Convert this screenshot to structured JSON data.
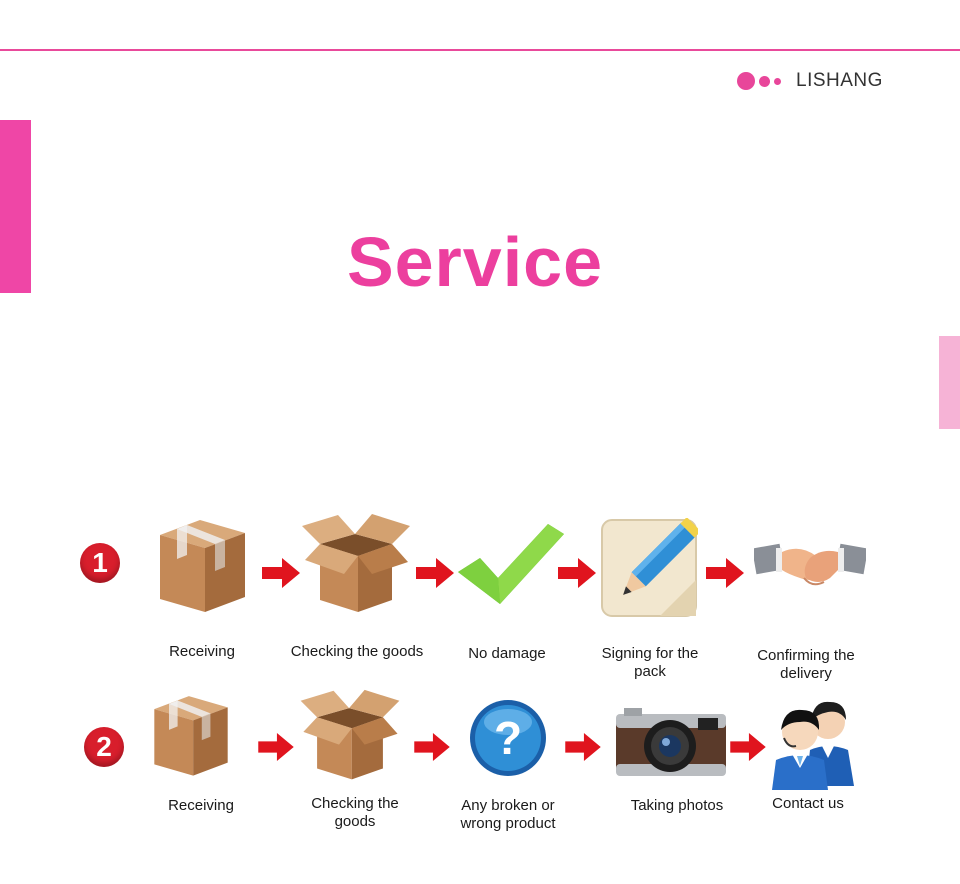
{
  "brand": {
    "name": "LISHANG"
  },
  "page": {
    "title": "Service"
  },
  "colors": {
    "accent": "#ec3f9e",
    "arrow": "#e0141e",
    "badge": "#d81e2c"
  },
  "flow1": {
    "number": "1",
    "steps": [
      {
        "icon": "sealed-box-icon",
        "label": "Receiving"
      },
      {
        "icon": "open-box-icon",
        "label": "Checking the goods"
      },
      {
        "icon": "checkmark-icon",
        "label": "No damage"
      },
      {
        "icon": "pencil-paper-icon",
        "label": "Signing for the pack"
      },
      {
        "icon": "handshake-icon",
        "label": "Confirming the delivery"
      }
    ]
  },
  "flow2": {
    "number": "2",
    "steps": [
      {
        "icon": "sealed-box-icon",
        "label": "Receiving"
      },
      {
        "icon": "open-box-icon",
        "label": "Checking the goods"
      },
      {
        "icon": "question-icon",
        "label": "Any broken or wrong product"
      },
      {
        "icon": "camera-icon",
        "label": "Taking photos"
      },
      {
        "icon": "support-agents-icon",
        "label": "Contact us"
      }
    ]
  }
}
